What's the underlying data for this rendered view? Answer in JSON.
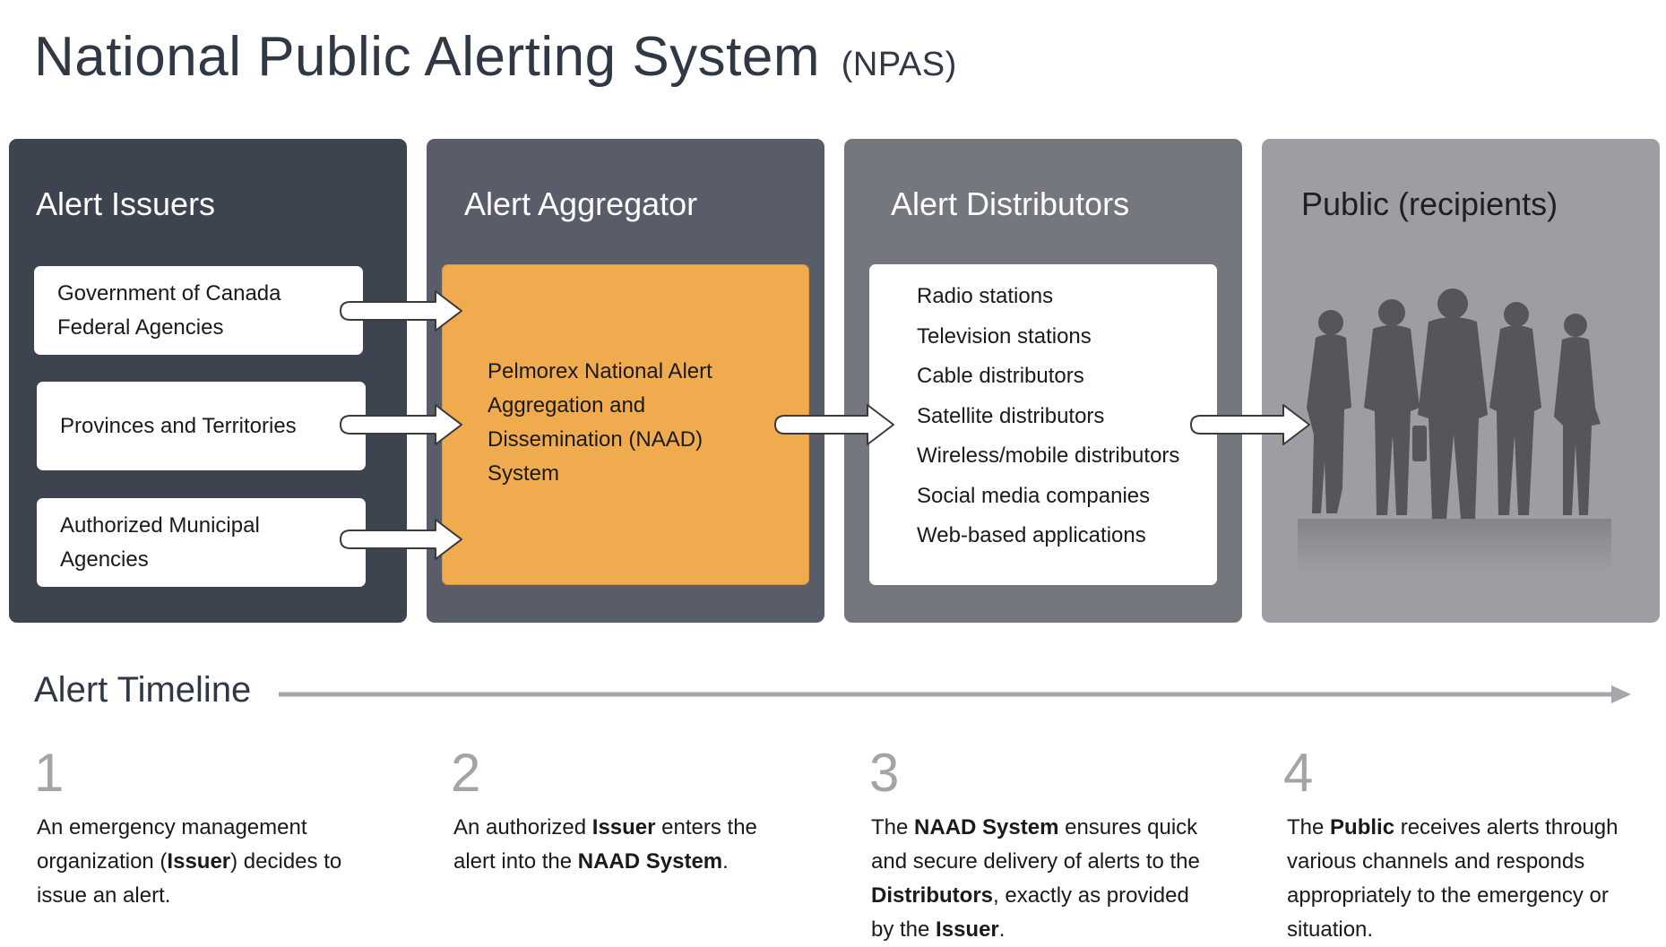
{
  "header": {
    "title": "National Public Alerting System",
    "subtitle": "(NPAS)"
  },
  "columns": {
    "issuers": {
      "title": "Alert Issuers",
      "items": [
        {
          "line1": "Government of Canada",
          "line2": "Federal Agencies"
        },
        {
          "line1": "Provinces and Territories",
          "line2": ""
        },
        {
          "line1": "Authorized Municipal",
          "line2": "Agencies"
        }
      ]
    },
    "aggregator": {
      "title": "Alert Aggregator",
      "lines": [
        "Pelmorex National Alert",
        "Aggregation and",
        "Dissemination (NAAD)",
        "System"
      ]
    },
    "distributors": {
      "title": "Alert Distributors",
      "items": [
        "Radio stations",
        "Television stations",
        "Cable distributors",
        "Satellite distributors",
        "Wireless/mobile distributors",
        "Social media companies",
        "Web-based applications"
      ]
    },
    "public": {
      "title": "Public (recipients)"
    }
  },
  "timeline": {
    "label": "Alert Timeline",
    "steps": [
      {
        "number": "1",
        "parts": [
          "An emergency management organization (",
          "Issuer",
          ") decides to issue an alert."
        ]
      },
      {
        "number": "2",
        "parts": [
          "An authorized ",
          "Issuer",
          " enters the alert into the ",
          "NAAD System",
          "."
        ]
      },
      {
        "number": "3",
        "parts": [
          "The ",
          "NAAD System",
          " ensures quick and secure delivery of alerts to the ",
          "Distributors",
          ", exactly as provided by the ",
          "Issuer",
          "."
        ]
      },
      {
        "number": "4",
        "parts": [
          "The ",
          "Public",
          " receives alerts through various channels and responds appropriately to the emergency or situation."
        ]
      }
    ]
  },
  "colors": {
    "issuers_bg": "#3d4450",
    "aggregator_bg": "#595d69",
    "distributors_bg": "#75777f",
    "public_bg": "#9e9da3",
    "aggregator_box": "#f1ab4f",
    "title_text": "#2f3844",
    "silhouette": "#55555c"
  }
}
